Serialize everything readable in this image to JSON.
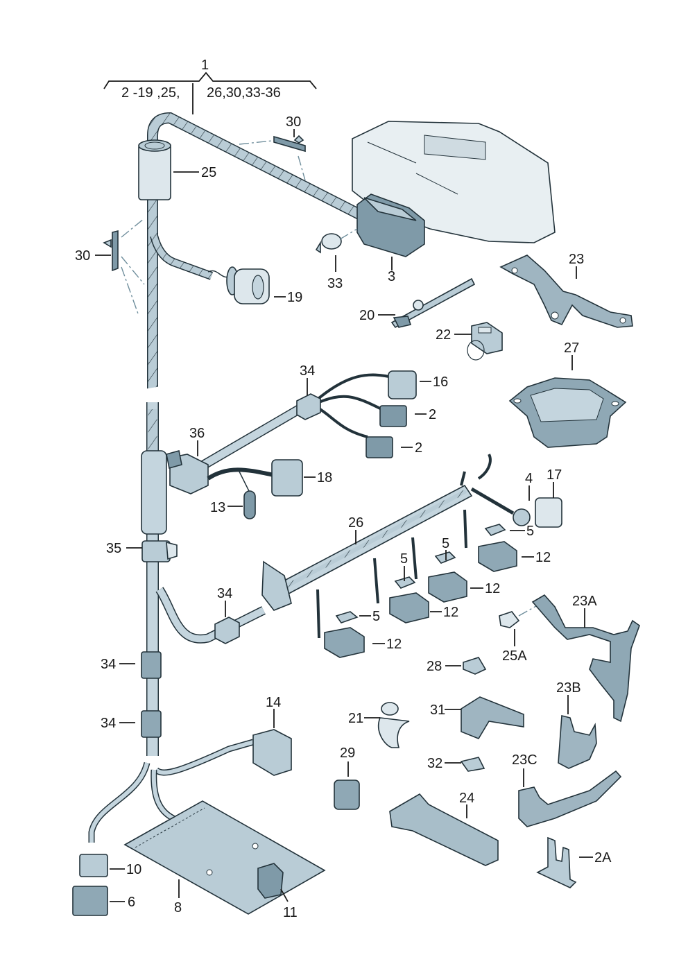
{
  "diagram": {
    "title_number": "1",
    "title_group_left": "2 -19  ,25,",
    "title_group_right": "26,30,33-36",
    "colors": {
      "part_fill": "#b9ccd6",
      "part_dark": "#7f9aa8",
      "part_light": "#dde7ec",
      "outline": "#22323a",
      "label": "#1a1a1a"
    },
    "callouts": [
      {
        "id": "c30a",
        "label": "30"
      },
      {
        "id": "c25",
        "label": "25"
      },
      {
        "id": "c30b",
        "label": "30"
      },
      {
        "id": "c19",
        "label": "19"
      },
      {
        "id": "c33",
        "label": "33"
      },
      {
        "id": "c3",
        "label": "3"
      },
      {
        "id": "c23",
        "label": "23"
      },
      {
        "id": "c20",
        "label": "20"
      },
      {
        "id": "c22",
        "label": "22"
      },
      {
        "id": "c27",
        "label": "27"
      },
      {
        "id": "c34a",
        "label": "34"
      },
      {
        "id": "c16",
        "label": "16"
      },
      {
        "id": "c2a",
        "label": "2"
      },
      {
        "id": "c2b",
        "label": "2"
      },
      {
        "id": "c36",
        "label": "36"
      },
      {
        "id": "c18",
        "label": "18"
      },
      {
        "id": "c13",
        "label": "13"
      },
      {
        "id": "c4",
        "label": "4"
      },
      {
        "id": "c17",
        "label": "17"
      },
      {
        "id": "c26",
        "label": "26"
      },
      {
        "id": "c5a",
        "label": "5"
      },
      {
        "id": "c12a",
        "label": "12"
      },
      {
        "id": "c5b",
        "label": "5"
      },
      {
        "id": "c5c",
        "label": "5"
      },
      {
        "id": "c12b",
        "label": "12"
      },
      {
        "id": "c12c",
        "label": "12"
      },
      {
        "id": "c5d",
        "label": "5"
      },
      {
        "id": "c12d",
        "label": "12"
      },
      {
        "id": "c35",
        "label": "35"
      },
      {
        "id": "c34b",
        "label": "34"
      },
      {
        "id": "c23A",
        "label": "23A"
      },
      {
        "id": "c25A",
        "label": "25A"
      },
      {
        "id": "c28",
        "label": "28"
      },
      {
        "id": "c34c",
        "label": "34"
      },
      {
        "id": "c23B",
        "label": "23B"
      },
      {
        "id": "c14",
        "label": "14"
      },
      {
        "id": "c21",
        "label": "21"
      },
      {
        "id": "c31",
        "label": "31"
      },
      {
        "id": "c34d",
        "label": "34"
      },
      {
        "id": "c32",
        "label": "32"
      },
      {
        "id": "c29",
        "label": "29"
      },
      {
        "id": "c23C",
        "label": "23C"
      },
      {
        "id": "c24",
        "label": "24"
      },
      {
        "id": "c10",
        "label": "10"
      },
      {
        "id": "c2A",
        "label": "2A"
      },
      {
        "id": "c6",
        "label": "6"
      },
      {
        "id": "c8",
        "label": "8"
      },
      {
        "id": "c11",
        "label": "11"
      }
    ]
  }
}
